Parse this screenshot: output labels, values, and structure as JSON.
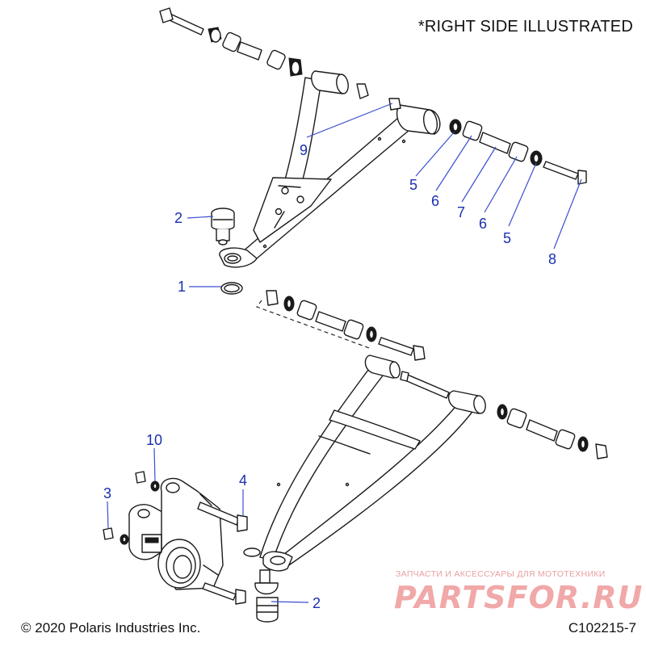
{
  "header_note": "*RIGHT SIDE ILLUSTRATED",
  "callouts": [
    {
      "id": "callout-9",
      "label": "9"
    },
    {
      "id": "callout-5-left",
      "label": "5"
    },
    {
      "id": "callout-6-left",
      "label": "6"
    },
    {
      "id": "callout-7",
      "label": "7"
    },
    {
      "id": "callout-6-right",
      "label": "6"
    },
    {
      "id": "callout-5-right",
      "label": "5"
    },
    {
      "id": "callout-8",
      "label": "8"
    },
    {
      "id": "callout-2-upper",
      "label": "2"
    },
    {
      "id": "callout-1",
      "label": "1"
    },
    {
      "id": "callout-10",
      "label": "10"
    },
    {
      "id": "callout-3",
      "label": "3"
    },
    {
      "id": "callout-4",
      "label": "4"
    },
    {
      "id": "callout-2-lower",
      "label": "2"
    }
  ],
  "footer": {
    "copyright": "© 2020 Polaris Industries Inc.",
    "drawing_number": "C102215-7"
  },
  "watermark": {
    "tagline": "ЗАПЧАСТИ И АКСЕССУАРЫ ДЛЯ МОТОТЕХНИКИ",
    "logo": "PARTSFOR.RU"
  },
  "colors": {
    "line": "#1a1a1a",
    "part_fill": "#ffffff",
    "callout_text": "#1a2fb0",
    "leader": "#3a4fd0",
    "watermark": "#ef9a9a"
  }
}
